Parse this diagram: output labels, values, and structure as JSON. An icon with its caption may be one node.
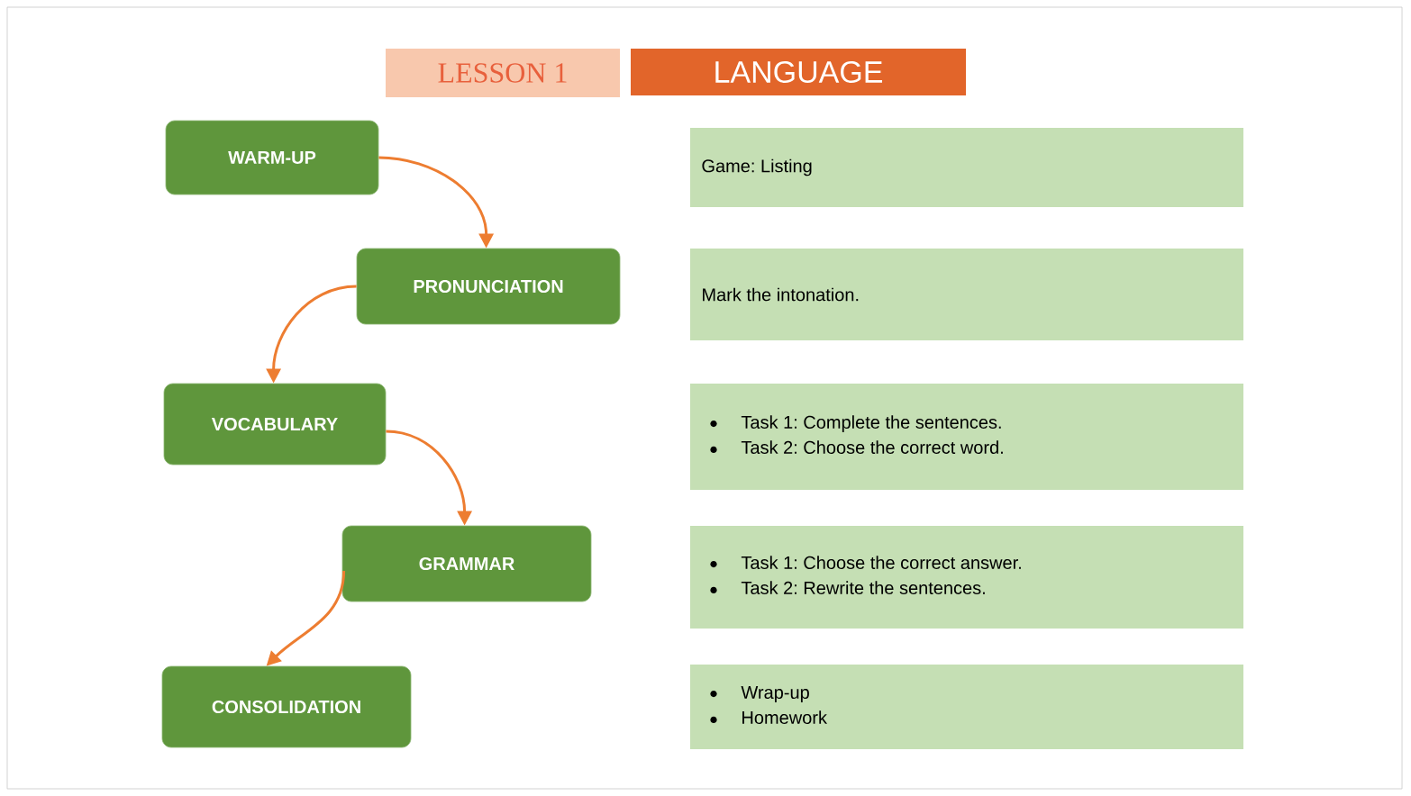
{
  "diagram": {
    "nodes": [
      {
        "text": [
          "LESSON 1"
        ]
      },
      {
        "text": [
          "LANGUAGE"
        ]
      },
      {
        "text": [
          "WARM-UP"
        ]
      },
      {
        "text": [
          "PRONUNCIATION"
        ]
      },
      {
        "text": [
          "VOCABULARY"
        ]
      },
      {
        "text": [
          "GRAMMAR"
        ]
      },
      {
        "text": [
          "CONSOLIDATION"
        ]
      },
      {
        "text": [
          "Game: Listing"
        ]
      },
      {
        "text": [
          "Mark the intonation."
        ]
      },
      {
        "text": [
          "Task 1: Complete the sentences.",
          "Task 2: Choose the correct word."
        ]
      },
      {
        "text": [
          "Task 1: Choose the correct answer.",
          "Task 2: Rewrite the sentences."
        ]
      },
      {
        "text": [
          "Wrap-up",
          "Homework"
        ]
      }
    ],
    "edges": [
      {
        "from": 2,
        "to": 3,
        "arrow": "to"
      },
      {
        "from": 3,
        "to": 4,
        "arrow": "to"
      },
      {
        "from": 4,
        "to": 5,
        "arrow": "to"
      },
      {
        "from": 5,
        "to": 6,
        "arrow": "to"
      }
    ]
  }
}
